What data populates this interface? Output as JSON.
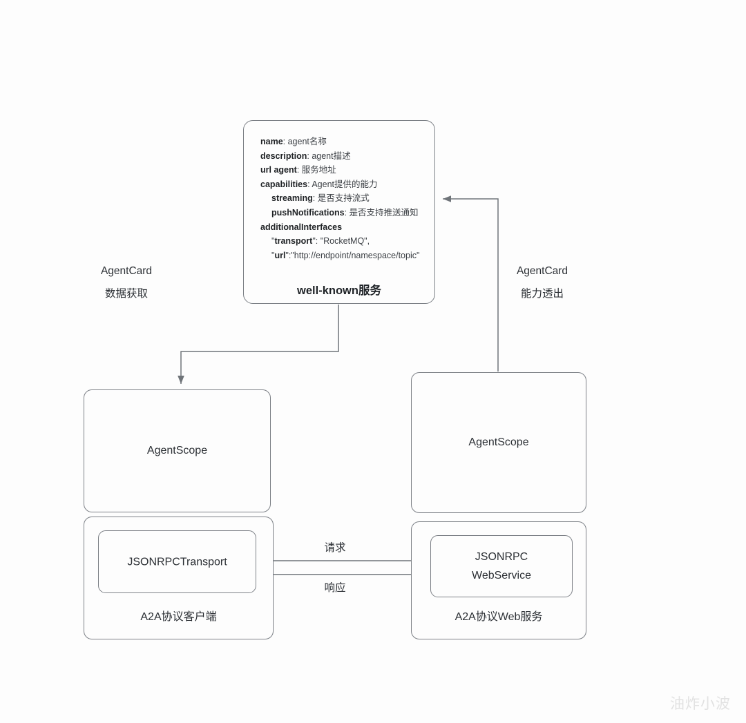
{
  "diagram": {
    "background_color": "#fdfdfd",
    "stroke_color": "#7b7f85",
    "text_color": "#2c3035",
    "watermark": "油炸小波"
  },
  "well_known_card": {
    "title": "well-known服务",
    "fields": [
      {
        "key": "name",
        "value": ": agent名称",
        "indent": 0
      },
      {
        "key": "description",
        "value": ": agent描述",
        "indent": 0
      },
      {
        "key": "url agent",
        "value": ": 服务地址",
        "indent": 0
      },
      {
        "key": "capabilities",
        "value": ": Agent提供的能力",
        "indent": 0
      },
      {
        "key": "streaming",
        "value": ": 是否支持流式",
        "indent": 1
      },
      {
        "key": "pushNotifications",
        "value": ": 是否支持推送通知",
        "indent": 1
      },
      {
        "key": "additionalInterfaces",
        "value": "",
        "indent": 0
      },
      {
        "key": "\"transport\"",
        "value": ": \"RocketMQ\",",
        "indent": 1,
        "quoted": true
      },
      {
        "key": "\"url\"",
        "value": ":\"http://endpoint/namespace/topic\"",
        "indent": 1,
        "quoted": true
      }
    ]
  },
  "left_column": {
    "agentscope_label": "AgentScope",
    "container_label": "A2A协议客户端",
    "inner_label": "JSONRPCTransport"
  },
  "right_column": {
    "agentscope_label": "AgentScope",
    "container_label": "A2A协议Web服务",
    "inner_label_line1": "JSONRPC",
    "inner_label_line2": "WebService"
  },
  "edges": {
    "left_edge_line1": "AgentCard",
    "left_edge_line2": "数据获取",
    "right_edge_line1": "AgentCard",
    "right_edge_line2": "能力透出",
    "request_label": "请求",
    "response_label": "响应"
  }
}
